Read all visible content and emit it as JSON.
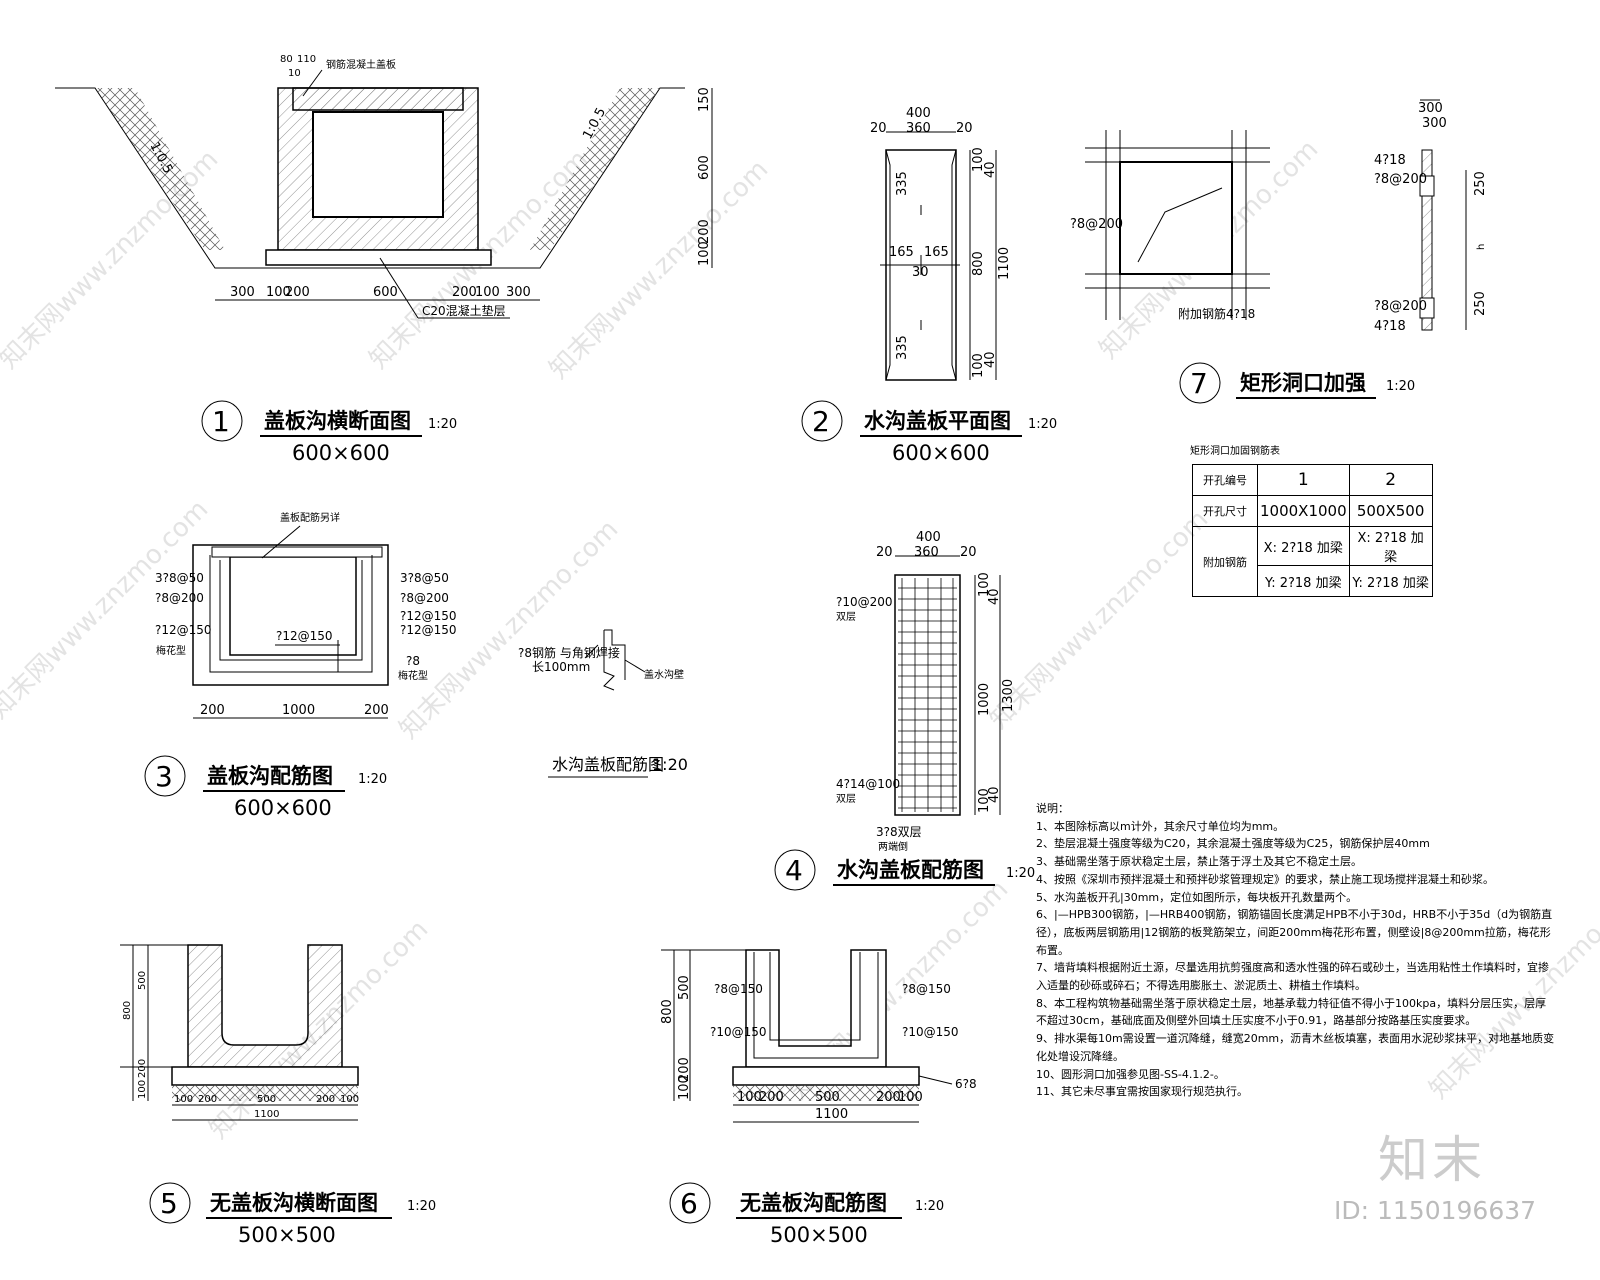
{
  "figures": {
    "f1": {
      "num": "1",
      "title": "盖板沟横断面图",
      "scale": "1:20",
      "size": "600×600",
      "top_dims": [
        "80",
        "110",
        "10"
      ],
      "cover_label": "钢筋混凝土盖板",
      "slope": "1:0.5",
      "v_dims": [
        "150",
        "600",
        "200",
        "100"
      ],
      "h_dims": [
        "300",
        "100",
        "200",
        "600",
        "200",
        "100",
        "300"
      ],
      "base_label": "C20混凝土垫层"
    },
    "f2": {
      "num": "2",
      "title": "水沟盖板平面图",
      "scale": "1:20",
      "size": "600×600",
      "top_dims": [
        "400",
        "20",
        "360",
        "20"
      ],
      "mid_dims": [
        "165",
        "165",
        "30"
      ],
      "left_dims": [
        "335",
        "335"
      ],
      "right_dims": [
        "100",
        "40",
        "800",
        "1100",
        "100",
        "40"
      ]
    },
    "f3": {
      "num": "3",
      "title": "盖板沟配筋图",
      "scale": "1:20",
      "size": "600×600",
      "top_label": "盖板配筋另详",
      "labels": [
        "3?8@50",
        "?8@200",
        "?12@150",
        "?12@150",
        "?8",
        "3?8@50",
        "?8@200",
        "?12@150",
        "?12@150",
        "梅花型",
        "梅花型"
      ],
      "h_dims": [
        "200",
        "1000",
        "200"
      ]
    },
    "detail": {
      "title": "水沟盖板配筋图",
      "scale": "1:20",
      "label1": "?8钢筋 与角钢焊接",
      "label2": "长100mm",
      "label3": "盖水沟壁"
    },
    "f4": {
      "num": "4",
      "title": "水沟盖板配筋图",
      "scale": "1:20",
      "top_dims": [
        "400",
        "20",
        "360",
        "20"
      ],
      "labels": [
        "?10@200",
        "双层",
        "4?14@100",
        "双层",
        "3?8双层",
        "两端倒"
      ],
      "right_dims": [
        "100",
        "40",
        "1000",
        "1300",
        "100",
        "40"
      ]
    },
    "f5": {
      "num": "5",
      "title": "无盖板沟横断面图",
      "scale": "1:20",
      "size": "500×500",
      "v_dims": [
        "500",
        "800",
        "200",
        "100"
      ],
      "h_dims": [
        "100",
        "200",
        "500",
        "200",
        "100"
      ],
      "total": "1100"
    },
    "f6": {
      "num": "6",
      "title": "无盖板沟配筋图",
      "scale": "1:20",
      "size": "500×500",
      "labels": [
        "?8@150",
        "?10@150",
        "?8@150",
        "?10@150",
        "6?8"
      ],
      "v_dims": [
        "500",
        "800",
        "200",
        "100"
      ],
      "h_dims": [
        "100",
        "200",
        "500",
        "200",
        "100"
      ],
      "total": "1100"
    },
    "f7": {
      "num": "7",
      "title": "矩形洞口加强",
      "scale": "1:20",
      "labels": [
        "?8@200",
        "附加钢筋4?18"
      ],
      "side_dims": [
        "300",
        "300",
        "250",
        "h",
        "250"
      ],
      "side_labels": [
        "4?18",
        "?8@200",
        "?8@200",
        "4?18"
      ]
    }
  },
  "table": {
    "caption": "矩形洞口加固钢筋表",
    "rows": [
      [
        "开孔编号",
        "1",
        "2"
      ],
      [
        "开孔尺寸",
        "1000X1000",
        "500X500"
      ],
      [
        "附加钢筋",
        "X: 2?18 加梁",
        "X: 2?18 加梁"
      ],
      [
        "",
        "Y: 2?18 加梁",
        "Y: 2?18 加梁"
      ]
    ]
  },
  "notes": [
    "说明：",
    "1、本图除标高以m计外，其余尺寸单位均为mm。",
    "2、垫层混凝土强度等级为C20，其余混凝土强度等级为C25，钢筋保护层40mm",
    "3、基础需坐落于原状稳定土层，禁止落于浮土及其它不稳定土层。",
    "4、按照《深圳市预拌混凝土和预拌砂浆管理规定》的要求，禁止施工现场搅拌混凝土和砂浆。",
    "5、水沟盖板开孔|30mm，定位如图所示，每块板开孔数量两个。",
    "6、|—HPB300钢筋，|—HRB400钢筋，钢筋锚固长度满足HPB不小于30d，HRB不小于35d（d为钢筋直径），底板两层钢筋用|12钢筋的板凳筋架立，间距200mm梅花形布置，侧壁设|8@200mm拉筋，梅花形布置。",
    "7、墙背填料根据附近土源，尽量选用抗剪强度高和透水性强的碎石或砂土，当选用粘性土作填料时，宜掺入适量的砂砾或碎石；不得选用膨胀土、淤泥质土、耕植土作填料。",
    "8、本工程构筑物基础需坐落于原状稳定土层，地基承载力特征值不得小于100kpa，填料分层压实，层厚不超过30cm，基础底面及侧壁外回填土压实度不小于0.91，路基部分按路基压实度要求。",
    "9、排水渠每10m需设置一道沉降缝，缝宽20mm，沥青木丝板填塞，表面用水泥砂浆抹平，对地基地质变化处增设沉降缝。",
    "10、圆形洞口加强参见图-SS-4.1.2-。",
    "11、其它未尽事宜需按国家现行规范执行。"
  ],
  "watermark": "知末网www.znzmo.com",
  "brand": "知末",
  "id_label": "ID: 1150196637"
}
